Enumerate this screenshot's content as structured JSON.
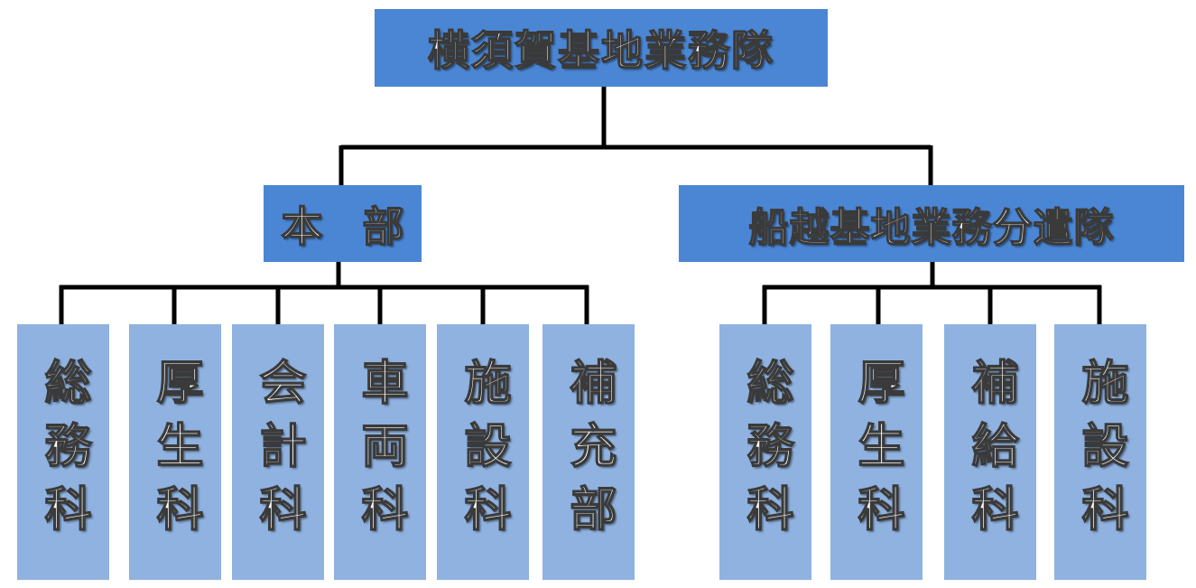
{
  "root": {
    "label": "横須賀基地業務隊"
  },
  "headquarters": {
    "label": "本 部",
    "sections": [
      {
        "label": "総務科"
      },
      {
        "label": "厚生科"
      },
      {
        "label": "会計科"
      },
      {
        "label": "車両科"
      },
      {
        "label": "施設科"
      },
      {
        "label": "補充部"
      }
    ]
  },
  "branch": {
    "label": "船越基地業務分遣隊",
    "sections": [
      {
        "label": "総務科"
      },
      {
        "label": "厚生科"
      },
      {
        "label": "補給科"
      },
      {
        "label": "施設科"
      }
    ]
  },
  "colors": {
    "header_box": "#4a86d4",
    "section_box": "#8fb2e0",
    "connector": "#000000"
  }
}
